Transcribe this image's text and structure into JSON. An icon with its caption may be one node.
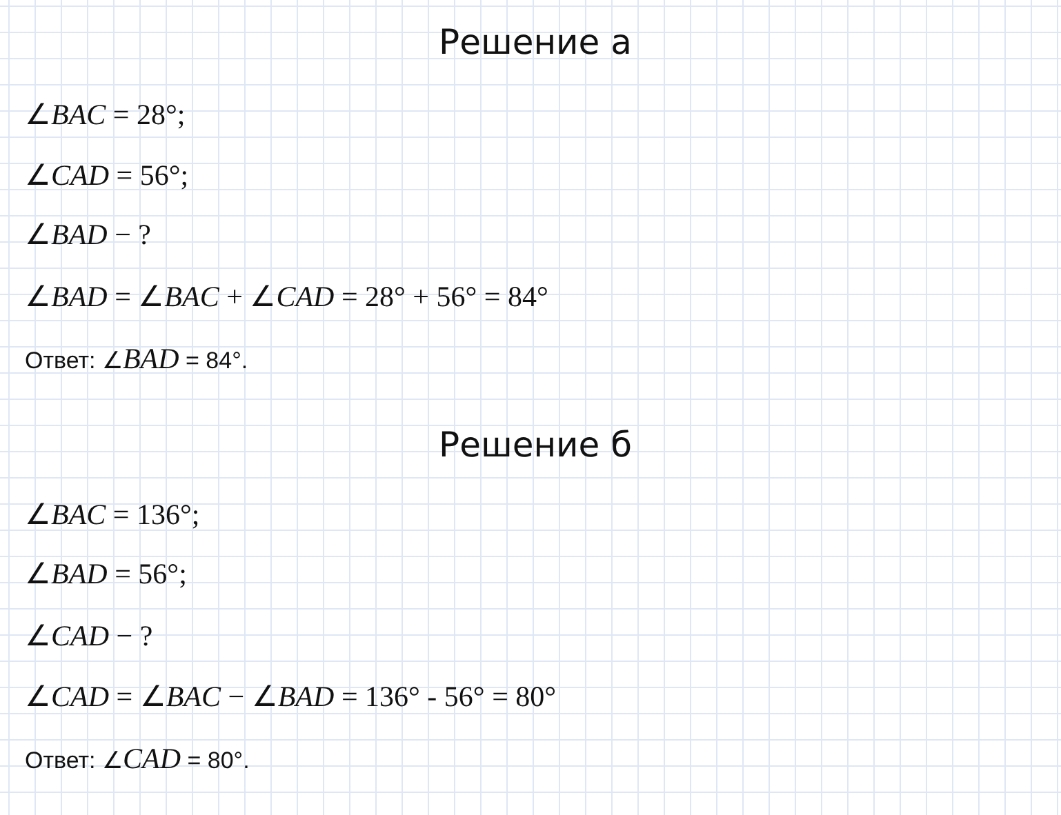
{
  "diagram": {
    "labels": [
      "Решение а",
      "∠*BAC* = 28°;",
      "∠*CAD* = 56°;",
      "∠*BAD* − ?",
      "∠*BAD* = ∠*BAC* + ∠*CAD* = 28° + 56° = 84°",
      "Ответ: ∠*BAD* = 84°.",
      "Решение б",
      "∠*BAC* = 136°;",
      "∠*BAD* = 56°;",
      "∠*CAD* − ?",
      "∠*CAD* = ∠*BAC* − ∠*BAD* = 136° - 56° = 80°",
      "Ответ: ∠*CAD* = 80°."
    ]
  }
}
